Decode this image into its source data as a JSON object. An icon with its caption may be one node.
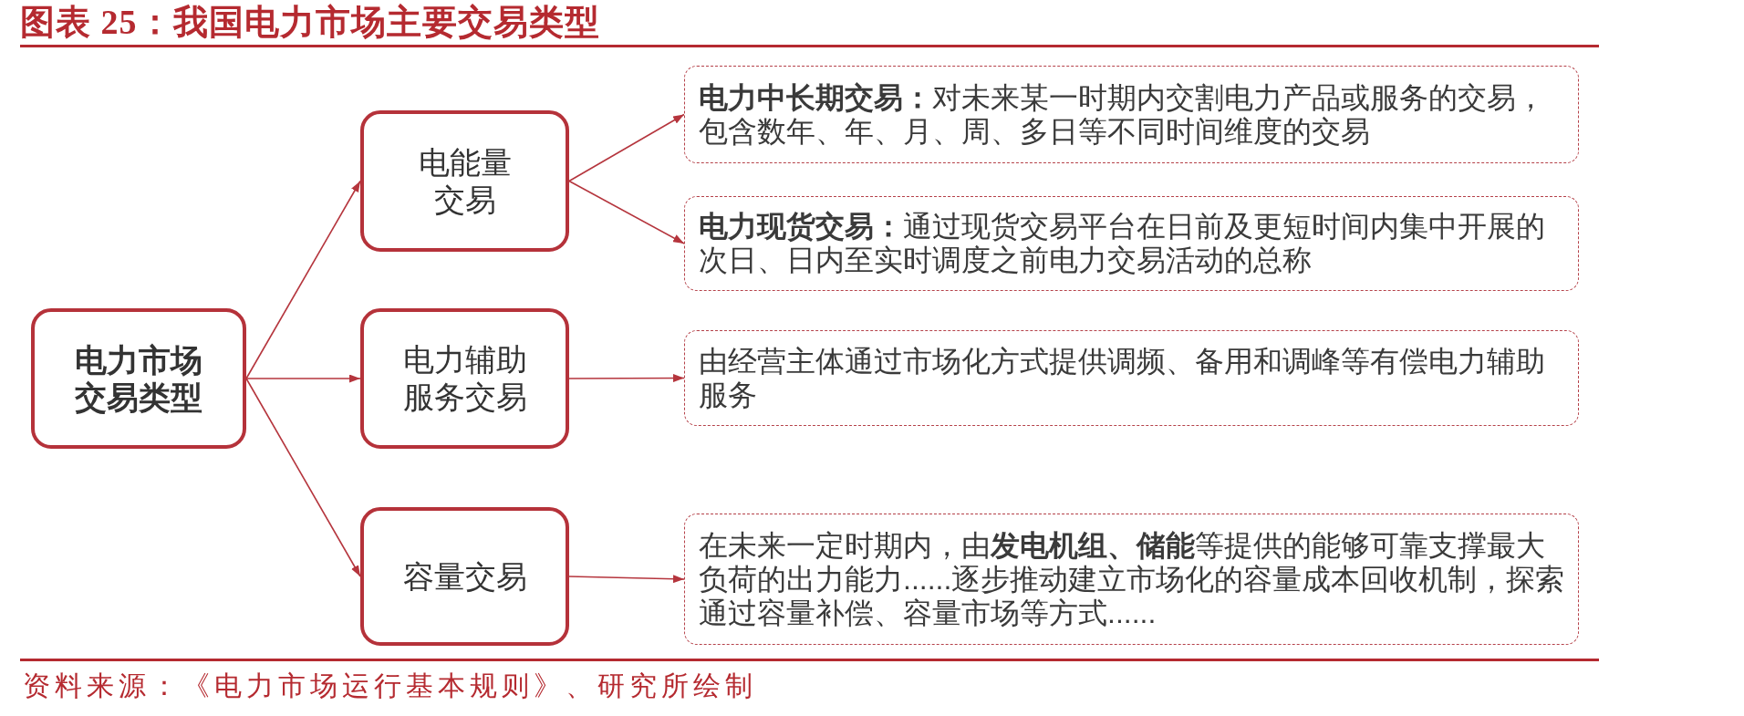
{
  "diagram": {
    "title": "图表 25：我国电力市场主要交易类型",
    "nodes": [
      {
        "text": [
          "电力市场交易类型"
        ]
      },
      {
        "text": [
          "电能量交易"
        ]
      },
      {
        "text": [
          "电力辅助服务交易"
        ]
      },
      {
        "text": [
          "容量交易"
        ]
      },
      {
        "text": [
          "**电力中长期交易：**对未来某一时期内交割电力产品或服务的交易，包含数年、年、月、周、多日等不同时间维度的交易"
        ]
      },
      {
        "text": [
          "**电力现货交易：**通过现货交易平台在日前及更短时间内集中开展的次日、日内至实时调度之前电力交易活动的总称"
        ]
      },
      {
        "text": [
          "由经营主体通过市场化方式提供调频、备用和调峰等有偿电力辅助服务"
        ]
      },
      {
        "text": [
          "在未来一定时期内，由**发电机组、储能**等提供的能够可靠支撑最大负荷的出力能力......逐步推动建立市场化的容量成本回收机制，探索通过容量补偿、容量市场等方式......"
        ]
      }
    ],
    "edges": [
      {
        "from": 0,
        "to": 1,
        "arrow": "to"
      },
      {
        "from": 0,
        "to": 2,
        "arrow": "to"
      },
      {
        "from": 0,
        "to": 3,
        "arrow": "to"
      },
      {
        "from": 1,
        "to": 4,
        "arrow": "to"
      },
      {
        "from": 1,
        "to": 5,
        "arrow": "to"
      },
      {
        "from": 2,
        "to": 6,
        "arrow": "to"
      },
      {
        "from": 3,
        "to": 7,
        "arrow": "to"
      }
    ],
    "caption": "资料来源：《电力市场运行基本规则》、研究所绘制"
  }
}
